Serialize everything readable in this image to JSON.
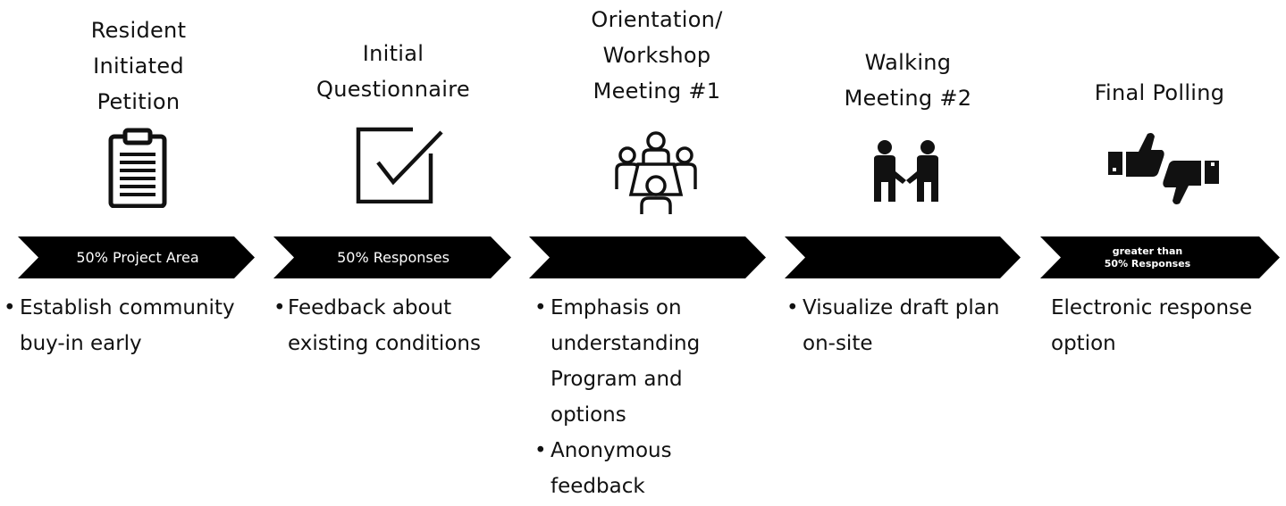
{
  "colors": {
    "ink": "#111111",
    "chevron": "#000000",
    "chevron_text": "#ffffff",
    "background": "#ffffff"
  },
  "steps": [
    {
      "title": "Resident\nInitiated\nPetition",
      "icon": "clipboard-icon",
      "chevron_label": "50% Project Area",
      "bullets": [
        "Establish community buy-in early"
      ]
    },
    {
      "title": "Initial\nQuestionnaire",
      "icon": "checkbox-icon",
      "chevron_label": "50% Responses",
      "bullets": [
        "Feedback about existing conditions"
      ]
    },
    {
      "title": "Orientation/\nWorkshop\nMeeting #1",
      "icon": "meeting-table-icon",
      "chevron_label": "",
      "bullets": [
        "Emphasis on understanding Program and options",
        "Anonymous feedback"
      ]
    },
    {
      "title": "Walking\nMeeting #2",
      "icon": "handshake-icon",
      "chevron_label": "",
      "bullets": [
        "Visualize draft plan on-site"
      ]
    },
    {
      "title": "Final Polling",
      "icon": "thumbs-up-down-icon",
      "chevron_label": "greater than\n50% Responses",
      "text": "Electronic response option"
    }
  ]
}
